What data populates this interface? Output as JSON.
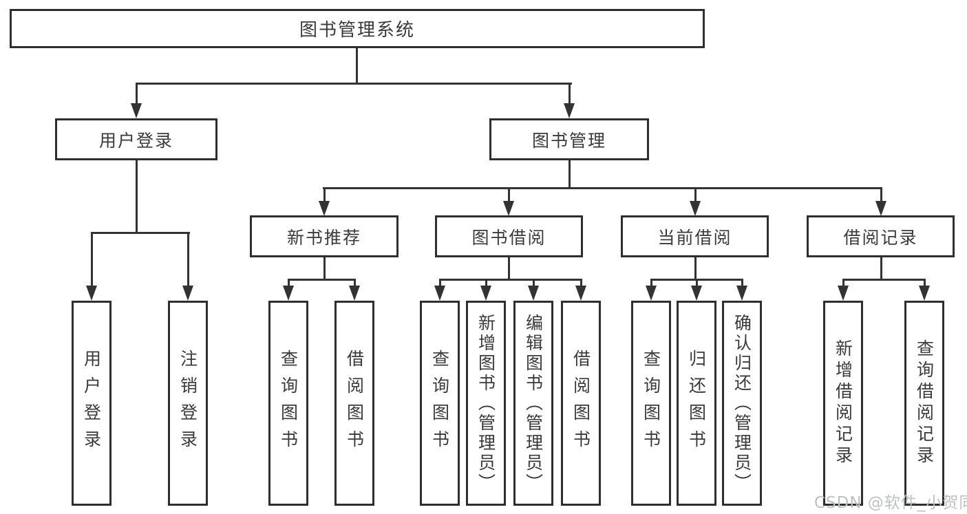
{
  "diagram": {
    "root": {
      "label": "图书管理系统"
    },
    "branches": [
      {
        "label": "用户登录",
        "children": [
          {
            "label": "用户登录"
          },
          {
            "label": "注销登录"
          }
        ]
      },
      {
        "label": "图书管理",
        "children": [
          {
            "label": "新书推荐",
            "children": [
              {
                "label": "查询图书"
              },
              {
                "label": "借阅图书"
              }
            ]
          },
          {
            "label": "图书借阅",
            "children": [
              {
                "label": "查询图书"
              },
              {
                "label": "新增图书（管理员）"
              },
              {
                "label": "编辑图书（管理员）"
              },
              {
                "label": "借阅图书"
              }
            ]
          },
          {
            "label": "当前借阅",
            "children": [
              {
                "label": "查询图书"
              },
              {
                "label": "归还图书"
              },
              {
                "label": "确认归还（管理员）"
              }
            ]
          },
          {
            "label": "借阅记录",
            "children": [
              {
                "label": "新增借阅记录"
              },
              {
                "label": "查询借阅记录"
              }
            ]
          }
        ]
      }
    ]
  },
  "watermark": {
    "text": "CSDN @软件_小贺同学"
  },
  "colors": {
    "line": "#333333",
    "box_border": "#2e2e2e",
    "text": "#3a3a3a",
    "background": "#ffffff",
    "watermark": "#bdc1c6"
  }
}
